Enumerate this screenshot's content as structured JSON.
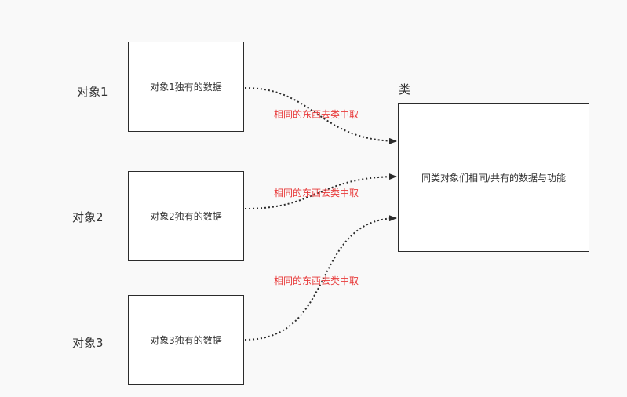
{
  "objects": [
    {
      "label": "对象1",
      "box_text": "对象1独有的数据"
    },
    {
      "label": "对象2",
      "box_text": "对象2独有的数据"
    },
    {
      "label": "对象3",
      "box_text": "对象3独有的数据"
    }
  ],
  "class": {
    "title": "类",
    "box_text": "同类对象们相同/共有的数据与功能"
  },
  "arrow_labels": [
    "相同的东西去类中取",
    "相同的东西去类中取",
    "相同的东西去类中取"
  ],
  "colors": {
    "background": "#f9f9f9",
    "box_border": "#2b2b2b",
    "arrow_label": "#e83a3a",
    "connector": "#2b2b2b"
  }
}
